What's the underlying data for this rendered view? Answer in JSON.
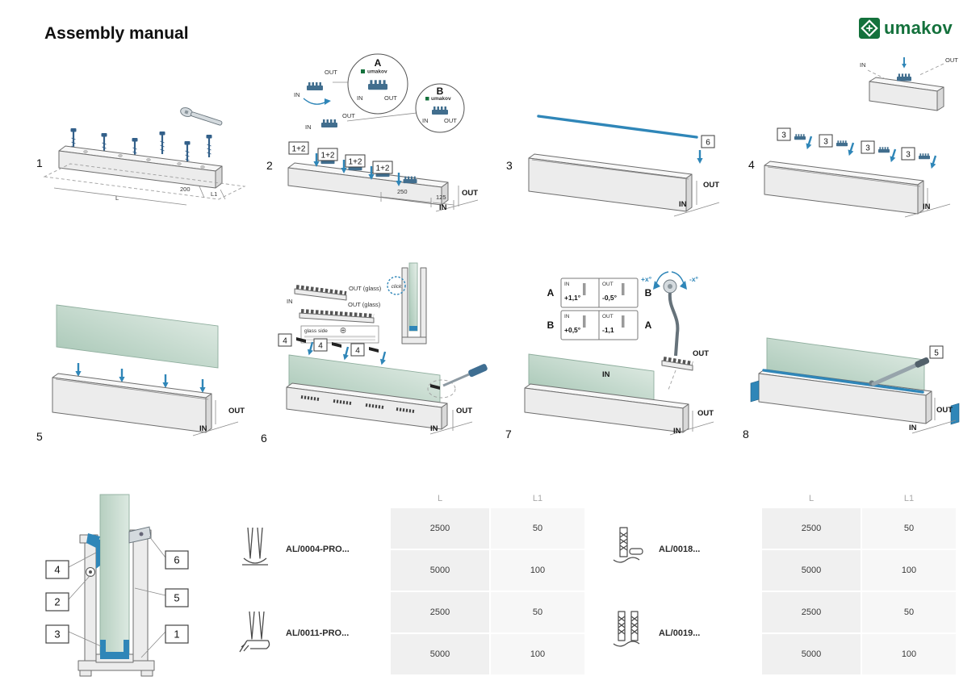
{
  "page": {
    "title": "Assembly manual"
  },
  "brand": {
    "name": "umakov",
    "color": "#14713c"
  },
  "colors": {
    "accent_blue": "#2f86b8",
    "glass_green": "#b9d0c4"
  },
  "steps": {
    "s1": {
      "number": "1",
      "dim_l": "L",
      "dim_200": "200",
      "dim_l1": "L1"
    },
    "s2": {
      "number": "2",
      "callout_a_letter": "A",
      "callout_b_letter": "B",
      "brand_a": "umakov",
      "brand_b": "umakov",
      "out_top": "OUT",
      "in_top": "IN",
      "out_mid": "OUT",
      "in_mid": "IN",
      "in_a": "IN",
      "out_a": "OUT",
      "in_b": "IN",
      "out_b": "OUT",
      "clamp_label_1": "1+2",
      "clamp_label_2": "1+2",
      "clamp_label_3": "1+2",
      "clamp_label_4": "1+2",
      "dim_250": "250",
      "dim_125": "125",
      "out": "OUT",
      "in": "IN"
    },
    "s3": {
      "number": "3",
      "part_label": "6",
      "out": "OUT",
      "in": "IN"
    },
    "s4": {
      "number": "4",
      "part_label_1": "3",
      "part_label_2": "3",
      "part_label_3": "3",
      "part_label_4": "3",
      "detail_out": "OUT",
      "detail_in": "IN",
      "in": "IN"
    },
    "s5": {
      "number": "5",
      "out": "OUT",
      "in": "IN"
    },
    "s6": {
      "number": "6",
      "out_glass_top": "OUT (glass)",
      "in_top": "IN",
      "out_glass_mid": "OUT (glass)",
      "glass_side": "glass side",
      "click": "click",
      "wedge_label_1": "4",
      "wedge_label_2": "4",
      "wedge_label_3": "4",
      "out": "OUT",
      "in": "IN"
    },
    "s7": {
      "number": "7",
      "row1_left_letter": "A",
      "row1_in": "IN",
      "row1_in_val": "+1,1°",
      "row1_out": "OUT",
      "row1_out_val": "-0,5°",
      "row1_right_letter": "B",
      "row2_left_letter": "B",
      "row2_in": "IN",
      "row2_in_val": "+0,5°",
      "row2_out": "OUT",
      "row2_out_val": "-1,1",
      "row2_right_letter": "A",
      "plus_x": "+x°",
      "minus_x": "-x°",
      "out_tool": "OUT",
      "in_glass": "IN",
      "out": "OUT",
      "in": "IN"
    },
    "s8": {
      "number": "8",
      "part_label": "5",
      "out": "OUT",
      "in": "IN"
    }
  },
  "cross_section": {
    "callout_top_left": "4",
    "callout_top_right": "6",
    "callout_mid_left": "2",
    "callout_mid_right": "5",
    "callout_bottom_left": "3",
    "callout_bottom_right": "1"
  },
  "tables": [
    {
      "header": {
        "l": "L",
        "l1": "L1"
      },
      "rows": [
        {
          "product": "AL/0004-PRO...",
          "values": [
            {
              "l": "2500",
              "l1": "50"
            },
            {
              "l": "5000",
              "l1": "100"
            }
          ]
        },
        {
          "product": "AL/0011-PRO...",
          "values": [
            {
              "l": "2500",
              "l1": "50"
            },
            {
              "l": "5000",
              "l1": "100"
            }
          ]
        }
      ]
    },
    {
      "header": {
        "l": "L",
        "l1": "L1"
      },
      "rows": [
        {
          "product": "AL/0018...",
          "values": [
            {
              "l": "2500",
              "l1": "50"
            },
            {
              "l": "5000",
              "l1": "100"
            }
          ]
        },
        {
          "product": "AL/0019...",
          "values": [
            {
              "l": "2500",
              "l1": "50"
            },
            {
              "l": "5000",
              "l1": "100"
            }
          ]
        }
      ]
    }
  ]
}
